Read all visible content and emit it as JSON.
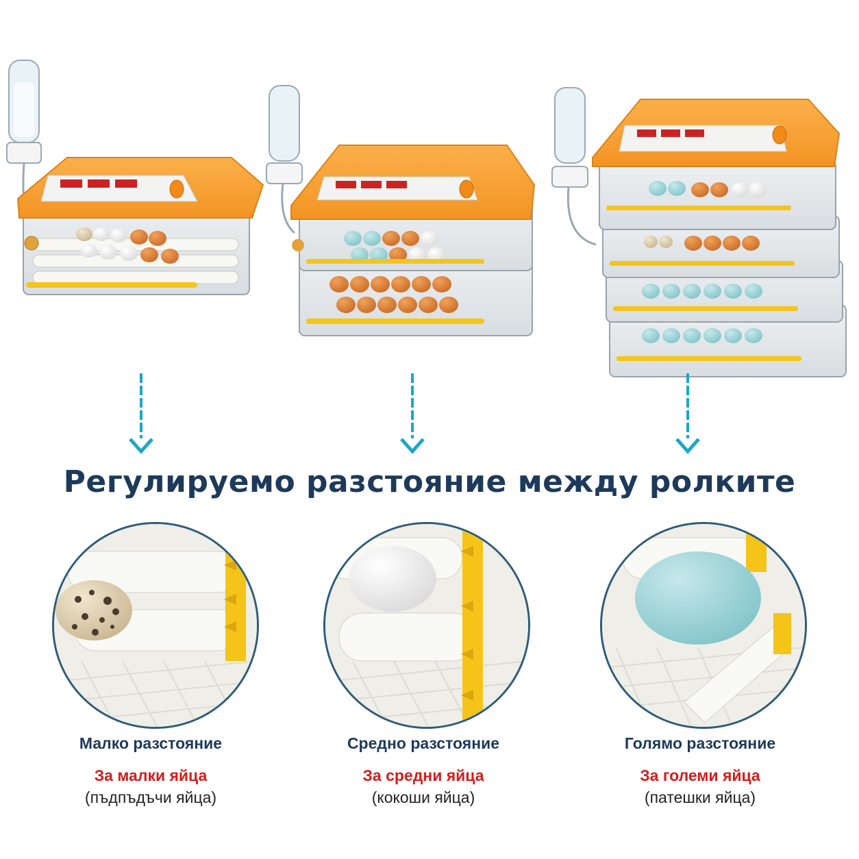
{
  "headline": "Регулируемо разстояние между ролките",
  "accent_colors": {
    "arrow": "#1aa7c7",
    "headline": "#1e3a5a",
    "emphasis": "#d61c1c",
    "lid": "#f7a437"
  },
  "options": [
    {
      "title": "Малко разстояние",
      "subtitle": "За малки яйца",
      "note": "(пъдпъдъчи яйца)",
      "egg_icon": "quail-egg-icon"
    },
    {
      "title": "Средно разстояние",
      "subtitle": "За средни яйца",
      "note": "(кокоши яйца)",
      "egg_icon": "chicken-egg-icon"
    },
    {
      "title": "Голямо разстояние",
      "subtitle": "За големи яйца",
      "note": "(патешки яйца)",
      "egg_icon": "duck-egg-icon"
    }
  ],
  "products": [
    {
      "tiers": 1,
      "icon": "incubator-single-tier-icon"
    },
    {
      "tiers": 2,
      "icon": "incubator-two-tier-icon"
    },
    {
      "tiers": 4,
      "icon": "incubator-four-tier-icon"
    }
  ]
}
